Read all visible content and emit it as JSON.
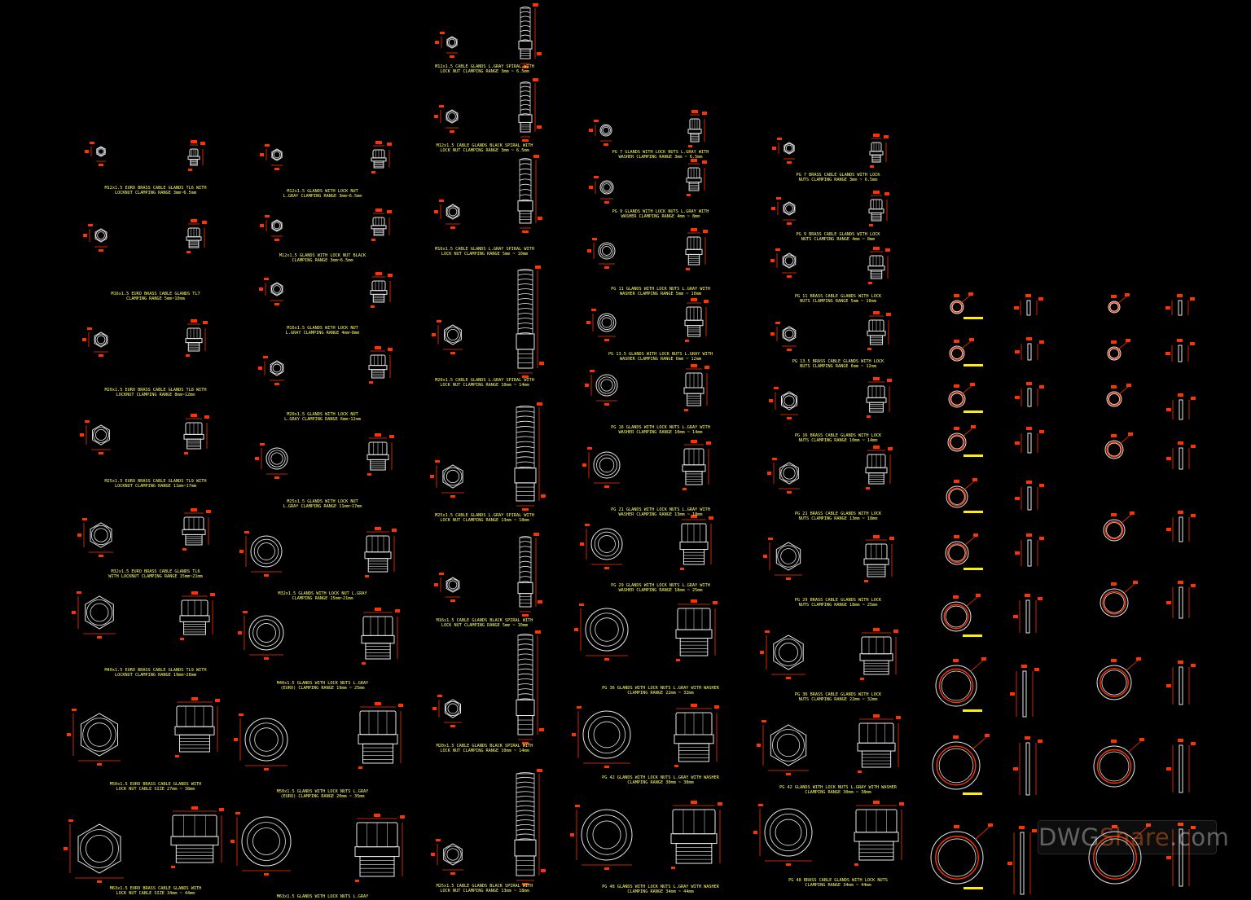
{
  "colors": {
    "background": "#000000",
    "geometry": "#e8e8e8",
    "dimension": "#ff3300",
    "caption": "#ffff66",
    "accent_bar": "#ffee00"
  },
  "watermark": {
    "part1": "DWG",
    "part2": "Share",
    "part3": ".com"
  },
  "columns": [
    {
      "id": "col1",
      "captions": [
        [
          "M12x1.5 EURO BRASS CABLE GLANDS TL6 WITH",
          "LOCKNUT CLAMPING RANGE 3mm~6.5mm"
        ],
        [
          "M16x1.5 EURO BRASS CABLE GLANDS TL7",
          "CLAMPING RANGE 5mm~10mm"
        ],
        [
          "M20x1.5 EURO BRASS CABLE GLANDS TL8 WITH",
          "LOCKNUT CLAMPING RANGE 8mm~12mm"
        ],
        [
          "M25x1.5 EURO BRASS CABLE GLANDS TL9 WITH",
          "LOCKNUT CLAMPING RANGE 11mm~17mm"
        ],
        [
          "M32x1.5 EURO BRASS CABLE GLANDS TL6",
          "WITH LOCKNUT CLAMPING RANGE 15mm~21mm"
        ],
        [
          "M40x1.5 EURO BRASS CABLE GLANDS TL9 WITH",
          "LOCKNUT CLAMPING RANGE 19mm~28mm"
        ],
        [
          "M50x1.5 EURO BRASS CABLE GLANDS WITH",
          "LOCK NUT CABLE SIZE 27mm ~ 38mm"
        ],
        [
          "M63x1.5 EURO BRASS CABLE GLANDS WITH",
          "LOCK NUT CABLE SIZE 34mm ~ 44mm"
        ]
      ]
    },
    {
      "id": "col2",
      "captions": [
        [
          "M12x1.5 GLANDS WITH LOCK NUT",
          "L.GRAY CLAMPING RANGE 3mm~6.5mm"
        ],
        [
          "M12x1.5 GLANDS WITH LOCK NUT BLACK",
          "CLAMPING RANGE 3mm~6.5mm"
        ],
        [
          "M16x1.5 GLANDS WITH LOCK NUT",
          "L.GRAY CLAMPING RANGE 4mm~8mm"
        ],
        [
          "M20x1.5 GLANDS WITH LOCK NUT",
          "L.GRAY CLAMPING RANGE 6mm~12mm"
        ],
        [
          "M25x1.5 GLANDS WITH LOCK NUT",
          "L.GRAY CLAMPING RANGE 11mm~17mm"
        ],
        [
          "M32x1.5 GLANDS WITH LOCK NUT L.GRAY",
          "CLAMPING RANGE 15mm~21mm"
        ],
        [
          "M40x1.5 GLANDS WITH LOCK NUTS L.GRAY",
          "(EURO) CLAMPING RANGE 19mm ~ 25mm"
        ],
        [
          "M50x1.5 GLANDS WITH LOCK NUTS L.GRAY",
          "(EURO) CLAMPING RANGE 20mm ~ 35mm"
        ],
        [
          "M63x1.5 GLANDS WITH LOCK NUTS L.GRAY",
          ""
        ]
      ]
    },
    {
      "id": "col3",
      "captions": [
        [
          "M12x1.5 CABLE GLANDS L.GRAY SPIRAL WITH",
          "LOCK NUT CLAMPING RANGE 3mm ~ 6.5mm"
        ],
        [
          "M12x1.5 CABLE GLANDS BLACK SPIRAL WITH",
          "LOCK NUT CLAMPING RANGE 3mm ~ 6.5mm"
        ],
        [
          "M16x1.5 CABLE GLANDS L.GRAY SPIRAL WITH",
          "LOCK NUT CLAMPING RANGE 5mm ~ 10mm"
        ],
        [
          "M20x1.5 CABLE GLANDS L.GRAY SPIRAL WITH",
          "LOCK NUT   CLAMPING RANGE 10mm ~ 14mm"
        ],
        [
          "M25x1.5 CABLE GLANDS L.GRAY SPIRAL WITH",
          "LOCK NUT   CLAMPING RANGE 13mm ~ 18mm"
        ],
        [
          "M16x1.5 CABLE GLANDS BLACK SPIRAL WITH",
          "LOCK NUT CLAMPING RANGE 5mm ~ 10mm"
        ],
        [
          "M20x1.5 CABLE GLANDS BLACK SPIRAL WITH",
          "LOCK NUT   CLAMPING RANGE 10mm ~ 14mm"
        ],
        [
          "M25x1.5 CABLE GLANDS BLACK SPIRAL WITH",
          "LOCK NUT   CLAMPING RANGE 13mm ~ 18mm"
        ]
      ]
    },
    {
      "id": "col4",
      "captions": [
        [
          "PG 7 GLANDS WITH LOCK NUTS L.GRAY WITH",
          "WASHER CLAMPING RANGE 3mm ~ 6.5mm"
        ],
        [
          "PG 9 GLANDS WITH LOCK NUTS L.GRAY WITH",
          "WASHER CLAMPING RANGE 4mm ~ 8mm"
        ],
        [
          "PG 11 GLANDS WITH LOCK NUTS L.GRAY WITH",
          "WASHER CLAMPING RANGE 5mm ~ 10mm"
        ],
        [
          "PG 13.5 GLANDS WITH LOCK NUTS L.GRAY WITH",
          "WASHER CLAMPING RANGE 6mm ~ 12mm"
        ],
        [
          "PG 16 GLANDS WITH LOCK NUTS L.GRAY WITH",
          "WASHER CLAMPING RANGE 10mm ~ 14mm"
        ],
        [
          "PG 21 GLANDS WITH LOCK NUTS L.GRAY WITH",
          "WASHER CLAMPING RANGE 13mm ~ 18mm"
        ],
        [
          "PG 29 GLANDS WITH LOCK NUTS L.GRAY WITH",
          "WASHER CLAMPING RANGE 18mm ~ 25mm"
        ],
        [
          "PG 36 GLANDS WITH LOCK NUTS L.GRAY WITH WASHER",
          "CLAMPING RANGE 22mm ~ 32mm"
        ],
        [
          "PG 42 GLANDS WITH LOCK NUTS L.GRAY WITH WASHER",
          "CLAMPING RANGE 30mm ~ 38mm"
        ],
        [
          "PG 48 GLANDS WITH LOCK NUTS L.GRAY WITH WASHER",
          "CLAMPING RANGE 34mm ~ 44mm"
        ]
      ]
    },
    {
      "id": "col5",
      "captions": [
        [
          "PG 7 BRASS CABLE GLANDS WITH LOCK",
          "NUTS CLAMPING RANGE 3mm ~ 6.5mm"
        ],
        [
          "PG 9 BRASS CABLE GLANDS WITH LOCK",
          "NUTS CLAMPING RANGE 4mm ~ 8mm"
        ],
        [
          "PG 11 BRASS CABLE GLANDS WITH LOCK",
          "NUTS CLAMPING RANGE 5mm ~ 10mm"
        ],
        [
          "PG 13.5 BRASS CABLE GLANDS WITH LOCK",
          "NUTS CLAMPING RANGE 6mm ~ 12mm"
        ],
        [
          "PG 16 BRASS CABLE GLANDS WITH LOCK",
          "NUTS CLAMPING RANGE 10mm ~ 14mm"
        ],
        [
          "PG 21 BRASS CABLE GLANDS WITH LOCK",
          "NUTS CLAMPING RANGE 13mm ~ 18mm"
        ],
        [
          "PG 29 BRASS CABLE GLANDS WITH LOCK",
          "NUTS CLAMPING RANGE 18mm ~ 25mm"
        ],
        [
          "PG 36 BRASS CABLE GLANDS WITH LOCK",
          "NUTS CLAMPING RANGE 22mm ~ 32mm"
        ],
        [
          "PG 42 GLANDS WITH LOCK NUTS L.GRAY WITH WASHER",
          "CLAMPING RANGE 30mm ~ 38mm"
        ],
        [
          "PG 48 BRASS CABLE GLANDS WITH LOCK NUTS",
          "CLAMPING RANGE 34mm ~ 44mm"
        ]
      ]
    }
  ]
}
